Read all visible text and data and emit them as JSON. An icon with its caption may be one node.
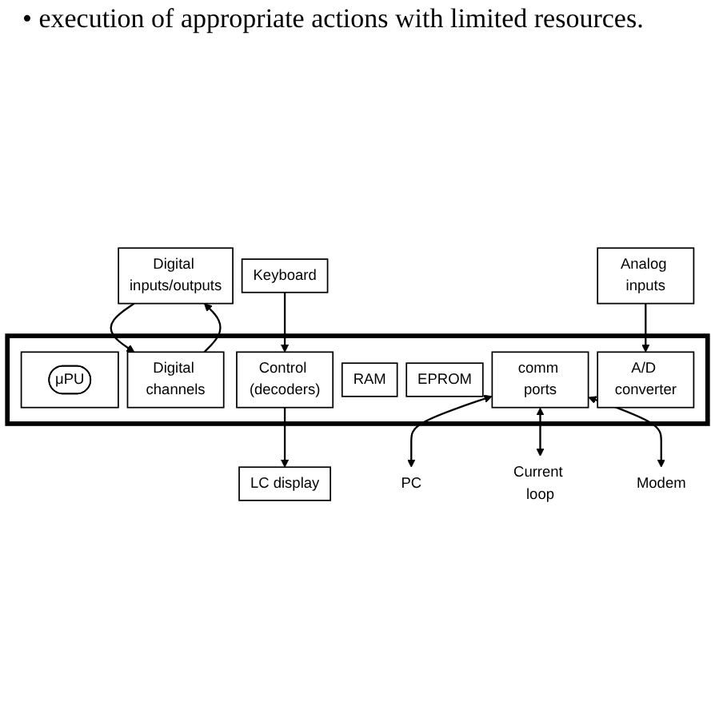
{
  "diagram": {
    "nodes": [
      {
        "text": [
          "LC display"
        ]
      },
      {
        "text": [
          "Keyboard"
        ]
      },
      {
        "text": [
          "Digital inputs/outputs"
        ]
      },
      {
        "text": [],
        "shape": "box"
      },
      {
        "text": [
          "Control (decoders)"
        ],
        "in": 3
      },
      {
        "text": [
          "RAM"
        ],
        "in": 3
      },
      {
        "text": [
          "EPROM"
        ],
        "in": 3
      },
      {
        "text": [
          "Digital channels"
        ],
        "in": 3
      },
      {
        "text": [],
        "shape": "box",
        "in": 3
      },
      {
        "text": [
          "μPU"
        ],
        "in": 8
      },
      {
        "text": [
          "A/D converter"
        ],
        "in": 3
      },
      {
        "text": [
          "comm ports"
        ],
        "in": 3
      },
      {
        "text": [
          "Analog inputs"
        ]
      },
      {
        "text": [
          "PC"
        ]
      },
      {
        "text": [
          "Current loop"
        ]
      },
      {
        "text": [
          "Modem"
        ]
      }
    ],
    "edges": [
      {
        "from": 4,
        "to": 0,
        "arrow": "to"
      },
      {
        "from": 1,
        "to": 4,
        "arrow": "to"
      },
      {
        "from": 2,
        "to": 7,
        "arrow": "to"
      },
      {
        "from": 7,
        "to": 2,
        "arrow": "to"
      },
      {
        "from": 12,
        "to": 10,
        "arrow": "to"
      },
      {
        "from": 11,
        "to": 13,
        "arrow": "both"
      },
      {
        "from": 11,
        "to": 14,
        "arrow": "both"
      },
      {
        "from": 11,
        "to": 15,
        "arrow": "both"
      }
    ],
    "labels": [
      "• execution of appropriate actions with limited resources."
    ]
  }
}
